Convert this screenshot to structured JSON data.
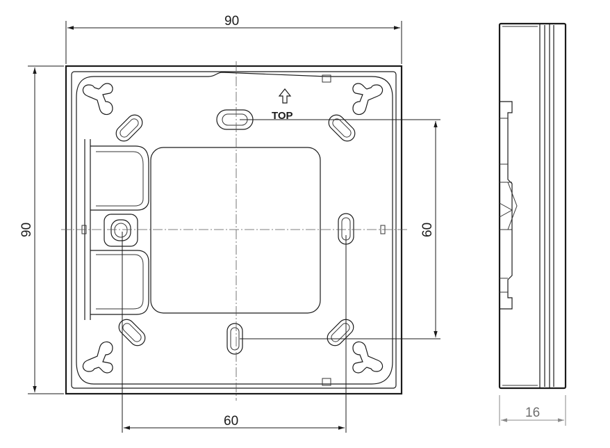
{
  "dimensions": {
    "front_width": "90",
    "front_height": "90",
    "hole_spacing_horizontal": "60",
    "hole_spacing_vertical": "60",
    "side_depth": "16"
  },
  "labels": {
    "orientation": "TOP"
  },
  "colors": {
    "line": "#1a1a1a",
    "dimension_grey": "#8a8a8a",
    "background": "#ffffff"
  },
  "icons": {
    "orientation_arrow": "arrow-up-icon"
  }
}
